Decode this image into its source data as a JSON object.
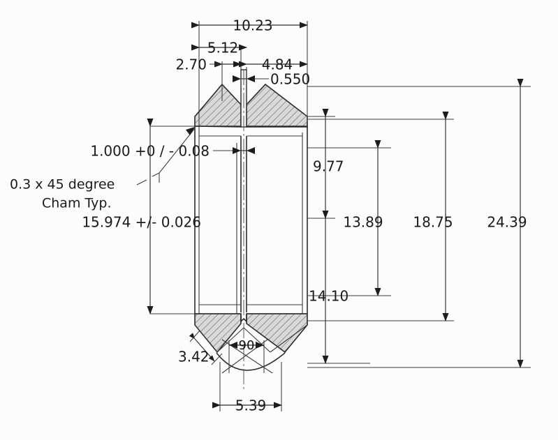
{
  "drawing": {
    "title": "Sectional Engineering Drawing - Pulley / Sheave Profile",
    "background_color": "#fcfcfc",
    "line_color": "#2b2b2b",
    "text_color": "#1a1a1a",
    "hatch_color": "#7a7a7a"
  },
  "dimensions": {
    "top": {
      "overall_width": "10.23",
      "left_group_width": "5.12",
      "left_offset": "2.70",
      "right_group_width": "4.84",
      "slot_width": "0.550"
    },
    "left": {
      "flange_thickness": "1.000 +0 / - 0.08",
      "bore_diameter": "15.974 +/- 0.026"
    },
    "right": {
      "groove_depth": "9.77",
      "inner_height": "13.89",
      "mid_height": "14.10",
      "outer_height": "18.75",
      "overall_height": "24.39"
    },
    "bottom": {
      "chamfer_length": "3.42",
      "included_angle": "90",
      "root_width": "5.39"
    },
    "notes": {
      "chamfer_note_line1": "0.3 x 45 degree",
      "chamfer_note_line2": "Cham Typ."
    }
  }
}
